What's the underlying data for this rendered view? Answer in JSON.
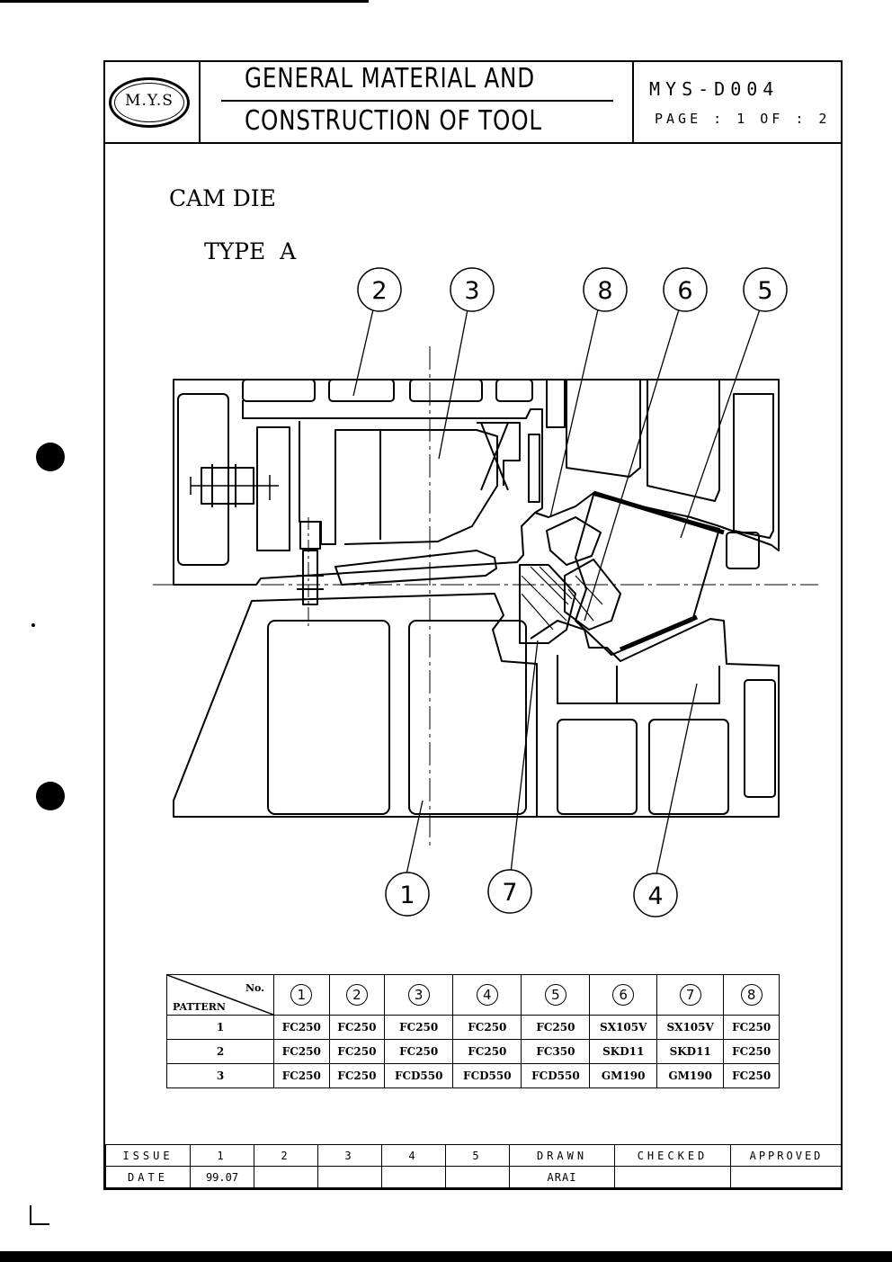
{
  "logo": {
    "text": "M.Y.S"
  },
  "header": {
    "title_line1": "GENERAL MATERIAL AND",
    "title_line2": "CONSTRUCTION OF TOOL",
    "doc_number": "MYS-D004",
    "page": "PAGE : 1 OF : 2"
  },
  "section": {
    "title": "CAM DIE",
    "subtitle": "TYPE  A"
  },
  "callouts": [
    "1",
    "2",
    "3",
    "4",
    "5",
    "6",
    "7",
    "8"
  ],
  "table": {
    "corner_no": "No.",
    "corner_pattern": "PATTERN",
    "columns": [
      "1",
      "2",
      "3",
      "4",
      "5",
      "6",
      "7",
      "8"
    ],
    "rows": [
      {
        "pattern": "1",
        "values": [
          "FC250",
          "FC250",
          "FC250",
          "FC250",
          "FC250",
          "SX105V",
          "SX105V",
          "FC250"
        ]
      },
      {
        "pattern": "2",
        "values": [
          "FC250",
          "FC250",
          "FC250",
          "FC250",
          "FC350",
          "SKD11",
          "SKD11",
          "FC250"
        ]
      },
      {
        "pattern": "3",
        "values": [
          "FC250",
          "FC250",
          "FCD550",
          "FCD550",
          "FCD550",
          "GM190",
          "GM190",
          "FC250"
        ]
      }
    ]
  },
  "footer": {
    "issue_label": "ISSUE",
    "date_label": "DATE",
    "issues": [
      "1",
      "2",
      "3",
      "4",
      "5"
    ],
    "dates": [
      "99.07",
      "",
      "",
      "",
      ""
    ],
    "drawn_label": "DRAWN",
    "checked_label": "CHECKED",
    "approved_label": "APPROVED",
    "drawn_by": "ARAI",
    "checked_by": "",
    "approved_by": ""
  }
}
